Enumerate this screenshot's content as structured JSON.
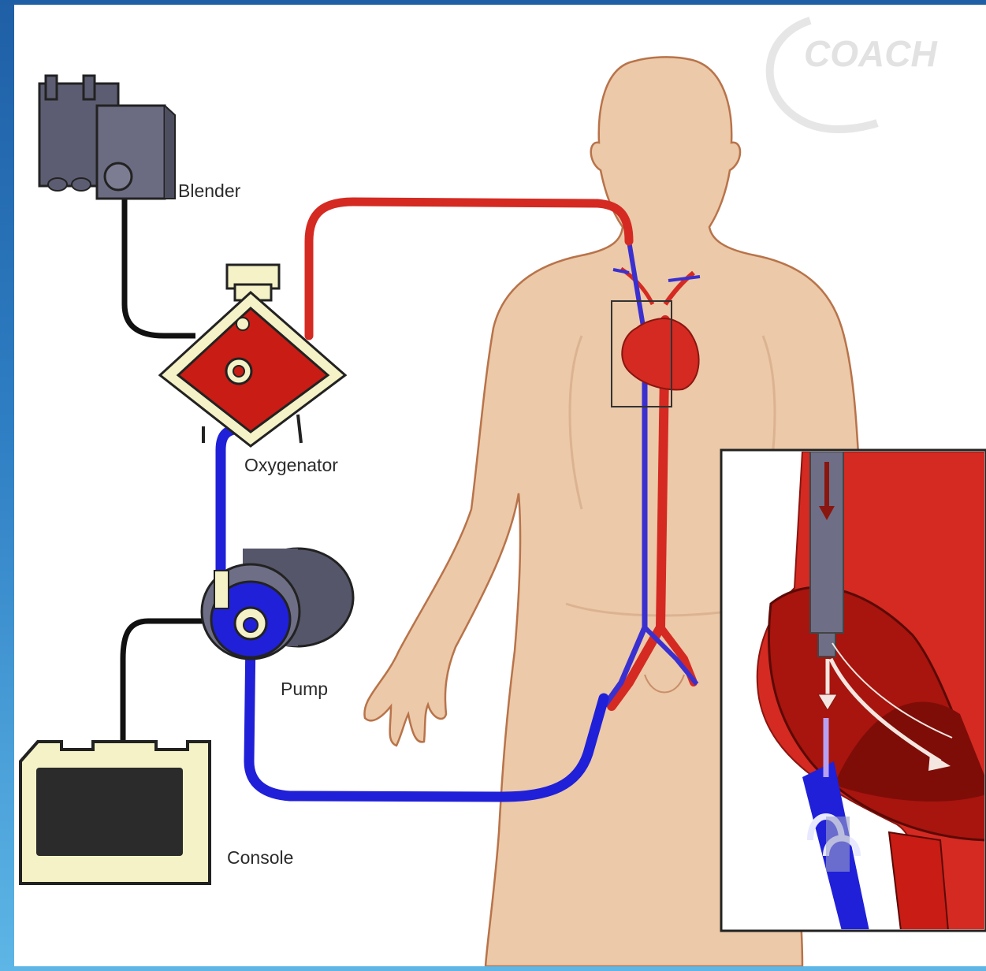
{
  "logo": {
    "text": "COACH"
  },
  "labels": {
    "blender": "Blender",
    "oxygenator": "Oxygenator",
    "pump": "Pump",
    "console": "Console"
  },
  "colors": {
    "arterial": "#d42a22",
    "venous": "#2020d8",
    "skin": "#ecc9a8",
    "device_body": "#f4f2c6",
    "device_dark": "#5c5d72"
  }
}
